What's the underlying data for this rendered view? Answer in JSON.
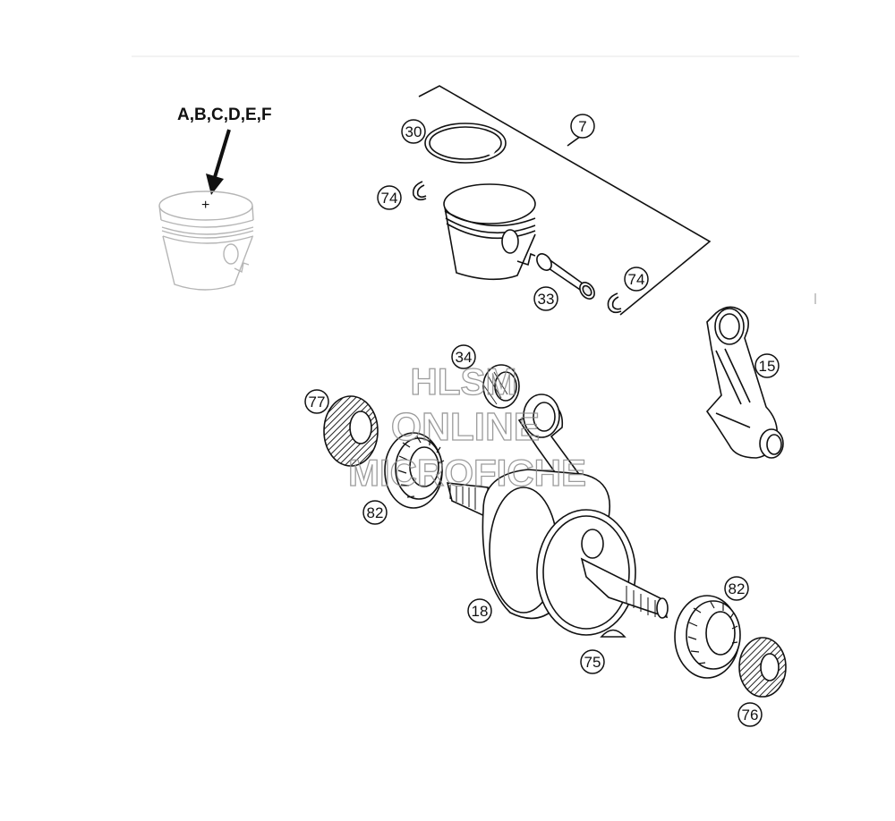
{
  "reference_label": "A,B,C,D,E,F",
  "reference_mark": "+",
  "callouts": {
    "piston_ring": "30",
    "piston_kit": "7",
    "circlip_left": "74",
    "circlip_right": "74",
    "piston_pin": "33",
    "needle_bearing": "34",
    "connecting_rod": "15",
    "shaft_seal_left": "77",
    "bearing_left": "82",
    "crankshaft": "18",
    "bearing_right": "82",
    "woodruff_key": "75",
    "shaft_seal_right": "76"
  },
  "watermark": {
    "line1": "HLSM",
    "line2": "ONLINE",
    "line3": "MICROFICHE"
  }
}
